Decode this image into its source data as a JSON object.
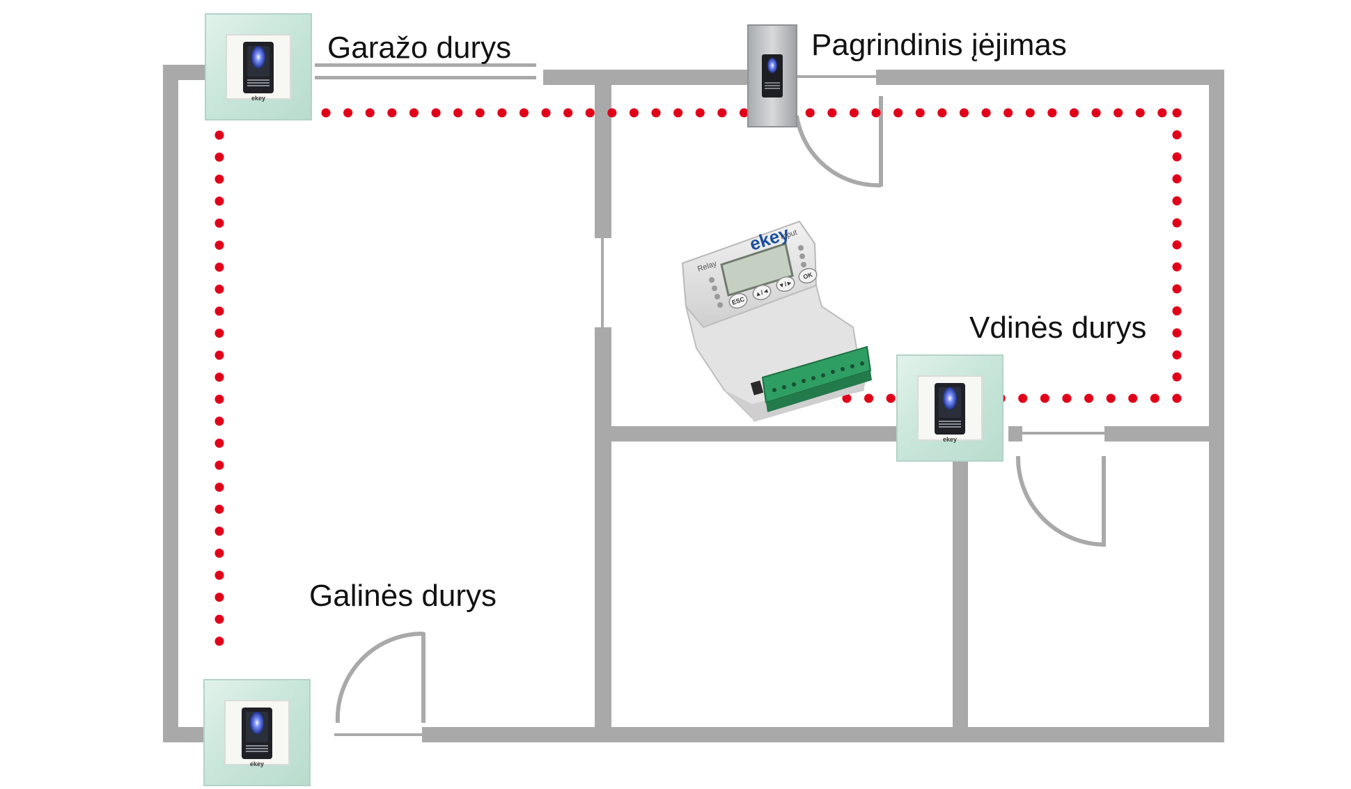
{
  "labels": {
    "garage_door": "Garažo durys",
    "main_entrance": "Pagrindinis įėjimas",
    "inner_door": "Vdinės durys",
    "back_door": "Galinės durys"
  },
  "controller": {
    "brand": "ekey",
    "relay_label": "Relay",
    "input_label": "Input",
    "buttons": [
      "ESC",
      "▲/◄",
      "▼/►",
      "OK"
    ]
  },
  "reader_brand": "ekey",
  "colors": {
    "wall": "#a9a9aa",
    "dotted_path": "#e1001a",
    "glass_frame": "#cfe8de",
    "screen": "#c9d2c5",
    "terminal": "#2f9e62",
    "fingerprint_led": "#3b5bff"
  },
  "icons": [
    "fingerprint-reader-icon",
    "fingerprint-reader-steel-icon",
    "control-unit-icon"
  ]
}
